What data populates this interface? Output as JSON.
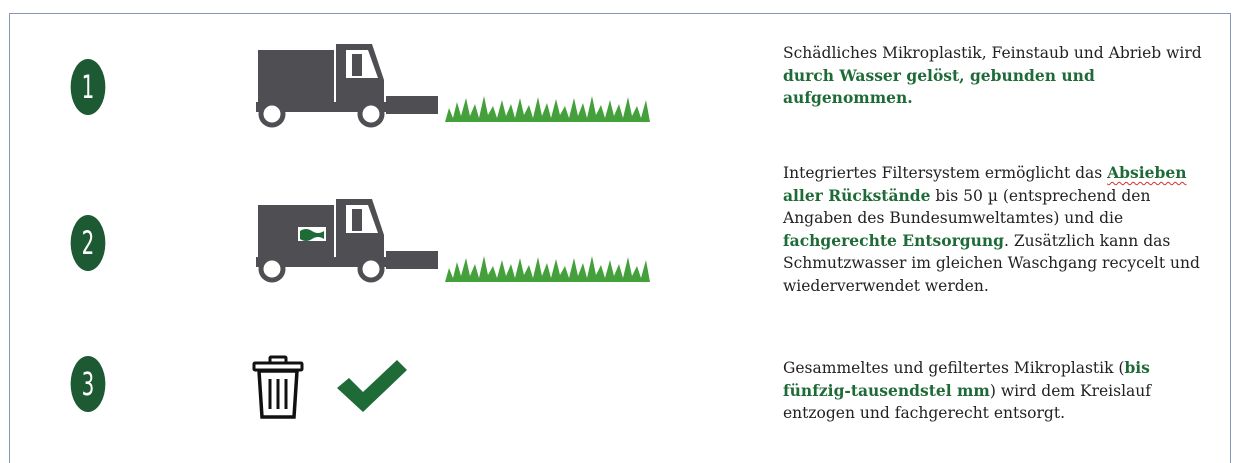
{
  "steps": [
    {
      "number": "1",
      "text": {
        "p1": "Schädliches Mikroplastik, Feinstaub und Abrieb wird ",
        "h1": "durch Wasser gelöst, gebunden und aufgenommen",
        "p2": "."
      }
    },
    {
      "number": "2",
      "text": {
        "p1": "Integriertes Filtersystem ermöglicht das ",
        "h1a": "Absieben",
        "h1b": " aller Rückstände",
        "p2": " bis 50 µ (entsprechend den Angaben des Bundesumweltamtes) und die ",
        "h2": "fachgerechte Entsorgung",
        "p3": ". Zusätzlich kann das Schmutzwasser im gleichen Waschgang recycelt und wiederverwendet werden."
      }
    },
    {
      "number": "3",
      "text": {
        "p1": "Gesammeltes und gefiltertes Mikroplastik (",
        "h1": "bis fünfzig-tausendstel mm",
        "p2": ") wird dem Kreislauf entzogen und fachgerecht entsorgt."
      }
    }
  ],
  "icons": [
    "sweeper-truck-icon",
    "sweeper-truck-with-filter-icon",
    "grass-icon",
    "trash-bin-icon",
    "checkmark-icon"
  ],
  "colors": {
    "accent": "#1d5a33",
    "highlight": "#1f6b38",
    "truck": "#4e4e53",
    "grass": "#44a03a",
    "frame": "#8a94b8"
  }
}
